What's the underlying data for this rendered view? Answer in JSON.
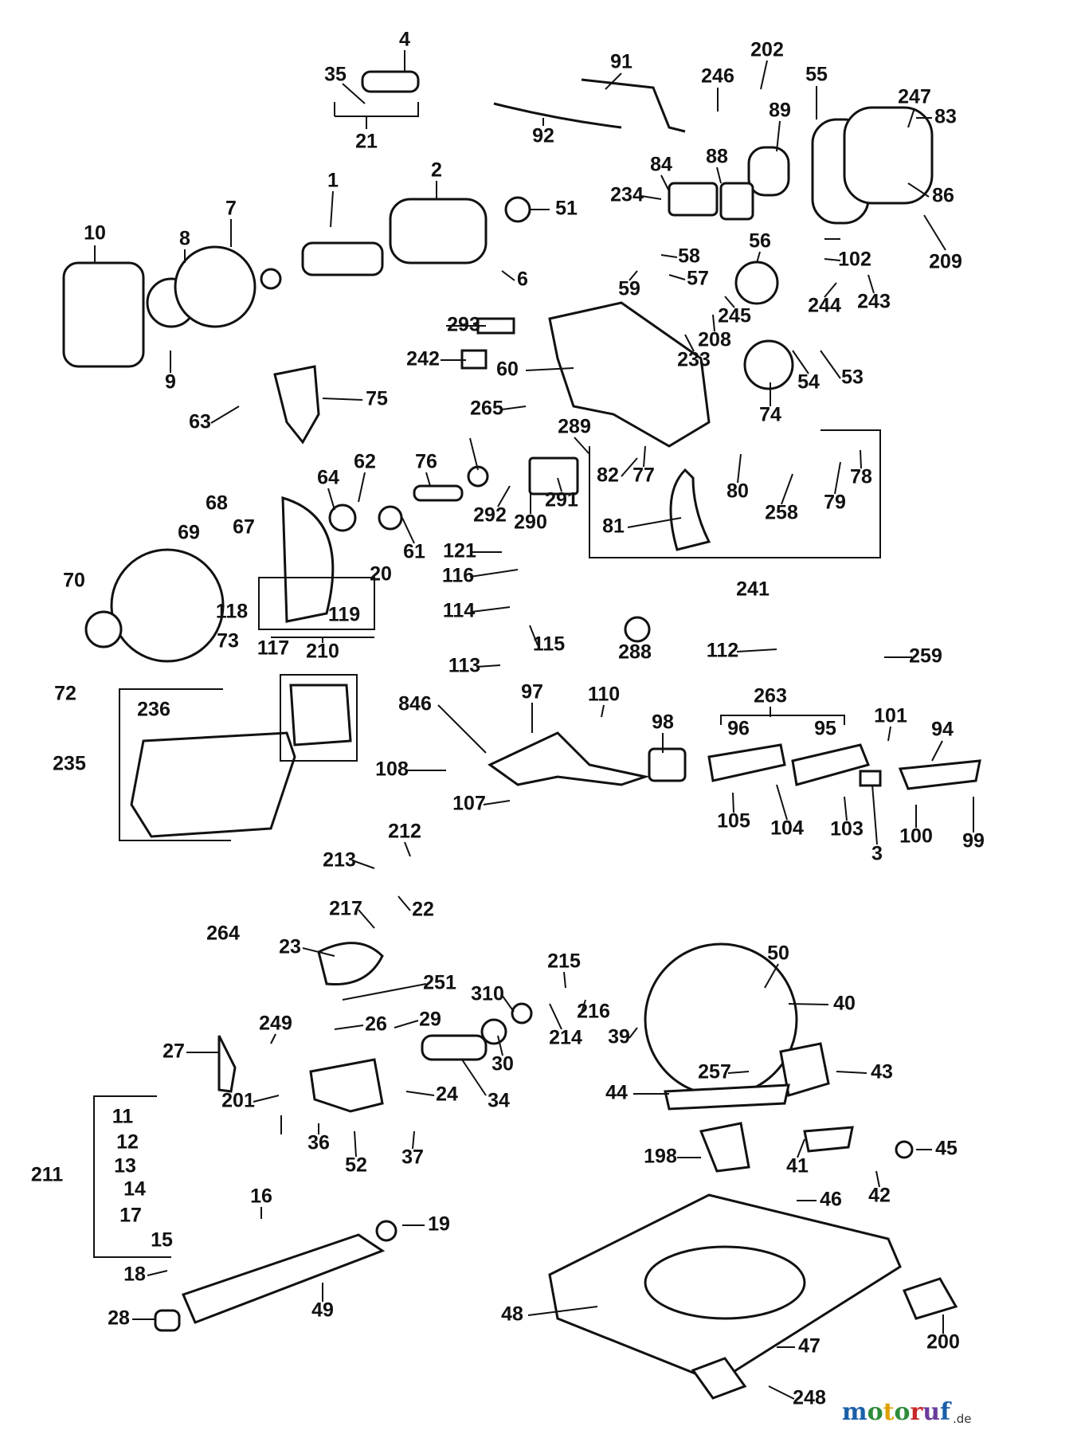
{
  "diagram": {
    "labels": [
      "1",
      "2",
      "3",
      "4",
      "6",
      "7",
      "8",
      "9",
      "10",
      "11",
      "12",
      "13",
      "14",
      "15",
      "16",
      "17",
      "18",
      "19",
      "20",
      "21",
      "22",
      "23",
      "24",
      "26",
      "27",
      "28",
      "29",
      "30",
      "34",
      "35",
      "36",
      "37",
      "39",
      "40",
      "41",
      "42",
      "43",
      "44",
      "45",
      "46",
      "47",
      "48",
      "49",
      "50",
      "51",
      "52",
      "53",
      "54",
      "55",
      "56",
      "57",
      "58",
      "59",
      "60",
      "61",
      "62",
      "63",
      "64",
      "67",
      "68",
      "69",
      "70",
      "72",
      "73",
      "74",
      "75",
      "76",
      "77",
      "78",
      "79",
      "80",
      "81",
      "82",
      "83",
      "84",
      "86",
      "88",
      "89",
      "91",
      "92",
      "94",
      "95",
      "96",
      "97",
      "98",
      "99",
      "100",
      "101",
      "102",
      "103",
      "104",
      "105",
      "107",
      "108",
      "110",
      "112",
      "113",
      "114",
      "115",
      "116",
      "117",
      "118",
      "119",
      "121",
      "198",
      "200",
      "201",
      "202",
      "208",
      "209",
      "210",
      "211",
      "212",
      "213",
      "214",
      "215",
      "216",
      "217",
      "233",
      "234",
      "235",
      "236",
      "241",
      "242",
      "243",
      "244",
      "245",
      "246",
      "247",
      "248",
      "249",
      "251",
      "257",
      "258",
      "259",
      "263",
      "264",
      "265",
      "288",
      "289",
      "290",
      "291",
      "292",
      "293",
      "310",
      "846"
    ]
  },
  "watermark": {
    "brand": "motoruf",
    "suffix": ".de",
    "colors": {
      "m": "#1a5fa8",
      "o": "#2e8b3a",
      "t": "#e0a000",
      "r": "#c62828",
      "u": "#6a3d9a",
      "f": "#1a5fa8"
    }
  }
}
